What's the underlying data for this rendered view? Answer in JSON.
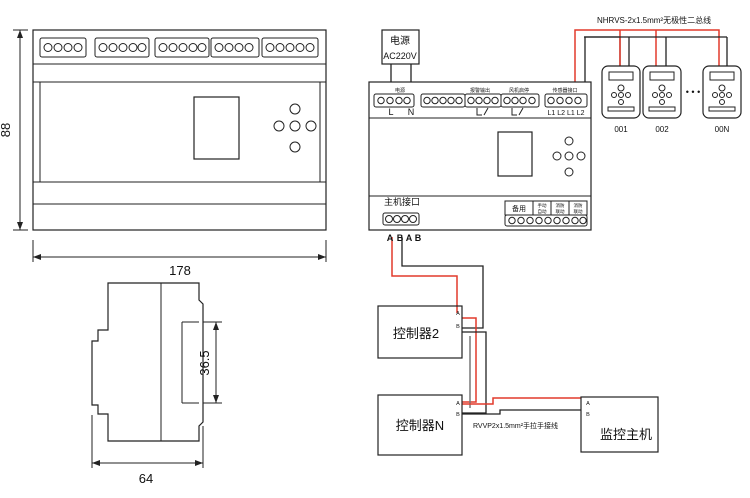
{
  "dimensions": {
    "height_label": "88",
    "width_label": "178",
    "depth_label": "64",
    "rail_label": "36.5"
  },
  "power": {
    "title": "电源",
    "voltage": "AC220V",
    "terminal_caption": "电源",
    "l": "L",
    "n": "N"
  },
  "bus_cable": "NHRVS-2x1.5mm²无极性二总线",
  "top_terminals": {
    "alarm_output": "报警输出",
    "fan_start": "风机启停",
    "sensor_interface": "传感器接口",
    "sensor_pins": "L1 L2 L1 L2"
  },
  "sensors": [
    {
      "label": "001"
    },
    {
      "label": "002"
    },
    {
      "label": "00N"
    }
  ],
  "sensor_ellipsis": "• • •",
  "host_interface": {
    "label": "主机接口",
    "pins": [
      "A",
      "B",
      "A",
      "B"
    ]
  },
  "bottom_terminals": {
    "spare": "备用",
    "manual_auto_1": "手动",
    "manual_auto_2": "自动",
    "fire_1": "消防",
    "fire_2": "联动",
    "fire_3": "消防",
    "fire_4": "联动"
  },
  "controllers": [
    {
      "label": "控制器2",
      "a": "A",
      "b": "B"
    },
    {
      "label": "控制器N",
      "a": "A",
      "b": "B"
    }
  ],
  "monitor_host": {
    "label": "监控主机",
    "a": "A",
    "b": "B"
  },
  "rvvp_cable": "RVVP2x1.5mm²手拉手接线"
}
